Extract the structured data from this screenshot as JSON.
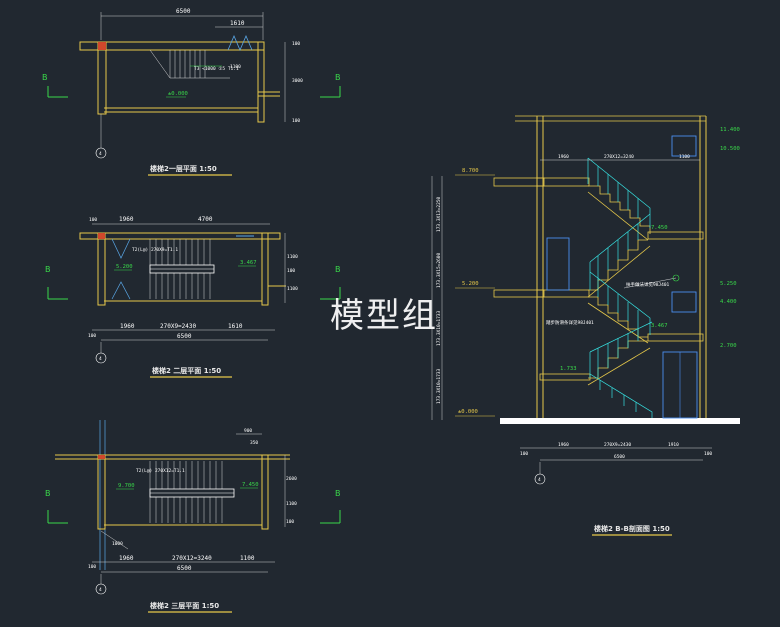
{
  "watermark": "模型组",
  "drawings": {
    "plan1": {
      "title": "楼梯2一层平面  1:50",
      "dims_top": [
        "6500",
        "1610"
      ],
      "dims_right": [
        "100",
        "1100",
        "3000",
        "100"
      ],
      "level": "±0.000",
      "note": "T3 <1000 ①5 T1.1",
      "axis_num": "4",
      "section_mark": "B"
    },
    "plan2": {
      "title": "楼梯2 二层平面  1:50",
      "dims_top": [
        "100",
        "1960",
        "4700"
      ],
      "dims_bottom": [
        "100",
        "1960",
        "270X9=2430",
        "1610",
        "6500"
      ],
      "dims_right": [
        "1100",
        "100",
        "1100"
      ],
      "level_a": "5.200",
      "level_b": "3.467",
      "note": "T2(L@) 270X9=T1.1",
      "axis_num": "4",
      "section_mark": "B"
    },
    "plan3": {
      "title": "楼梯2  三层平面  1:50",
      "dims_top": [
        "900",
        "350"
      ],
      "dims_bottom": [
        "100",
        "1960",
        "270X12=3240",
        "1100",
        "6500"
      ],
      "dims_right": [
        "2600",
        "1100",
        "100"
      ],
      "dims_left": "1000",
      "level_a": "9.700",
      "level_b": "7.450",
      "note": "T2(L@) 270X12=T1.1",
      "axis_num": "4",
      "section_mark": "B"
    },
    "section": {
      "title": "楼梯2  B-B剖面图  1:50",
      "top_dims": [
        "1960",
        "270X12=3240",
        "1100"
      ],
      "bottom_dims": [
        "100",
        "1960",
        "270X9=2430",
        "1910",
        "100",
        "6500"
      ],
      "left_dims": [
        "173.3X13=2250",
        "173.3X15=2600",
        "173.3X10=1733",
        "173.3X10=1733"
      ],
      "levels_left": [
        "8.700",
        "5.200",
        "1.733",
        "±0.000"
      ],
      "levels_right": [
        "11.400",
        "10.500",
        "7.450",
        "5.250",
        "4.400",
        "3.467",
        "2.700"
      ],
      "note_a": "扶手做法详见98J401",
      "note_b": "踏步防滑条详见98J401",
      "axis_num": "4"
    }
  }
}
